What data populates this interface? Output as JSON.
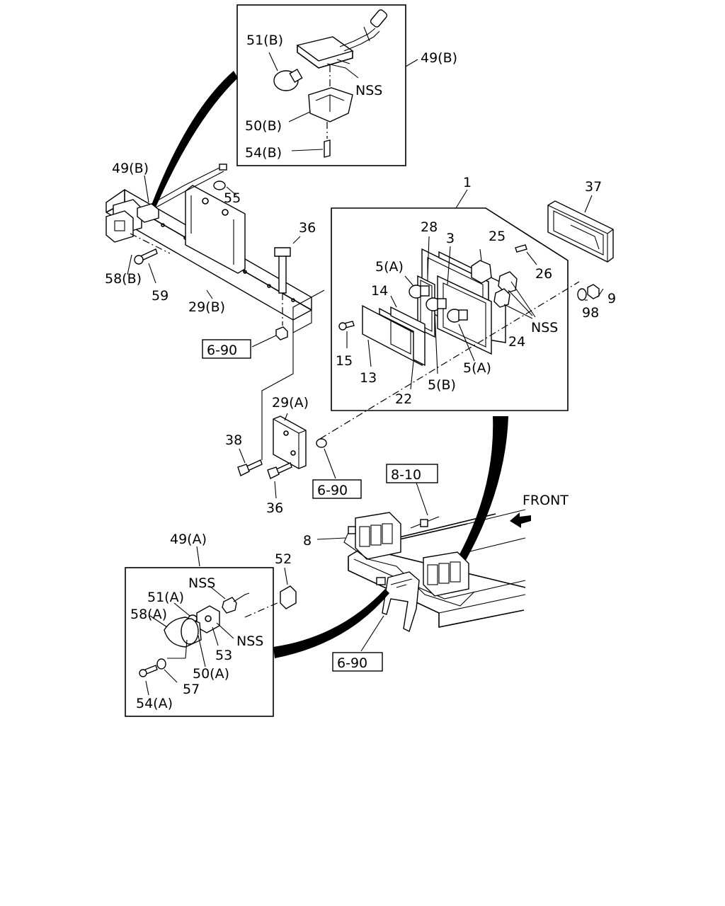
{
  "callouts": {
    "c51b": "51(B)",
    "c49b_top": "49(B)",
    "c_nss_top": "NSS",
    "c50b": "50(B)",
    "c54b": "54(B)",
    "c49b": "49(B)",
    "c55": "55",
    "c36_top": "36",
    "c58b": "58(B)",
    "c59": "59",
    "c29b": "29(B)",
    "c1": "1",
    "c37": "37",
    "c28": "28",
    "c3": "3",
    "c25": "25",
    "c26": "26",
    "c5a_1": "5(A)",
    "c14": "14",
    "c_nss_right": "NSS",
    "c98": "98",
    "c9": "9",
    "c24": "24",
    "c15": "15",
    "c13": "13",
    "c5b": "5(B)",
    "c5a_2": "5(A)",
    "c22": "22",
    "c29a": "29(A)",
    "c38": "38",
    "c36_bot": "36",
    "c8": "8",
    "c_front": "FRONT",
    "c49a": "49(A)",
    "c52": "52",
    "c_nss_a1": "NSS",
    "c51a": "51(A)",
    "c58a": "58(A)",
    "c53": "53",
    "c_nss_a2": "NSS",
    "c50a": "50(A)",
    "c57": "57",
    "c54a": "54(A)"
  },
  "refs": {
    "r690_1": "6-90",
    "r690_2": "6-90",
    "r810": "8-10",
    "r690_3": "6-90"
  }
}
